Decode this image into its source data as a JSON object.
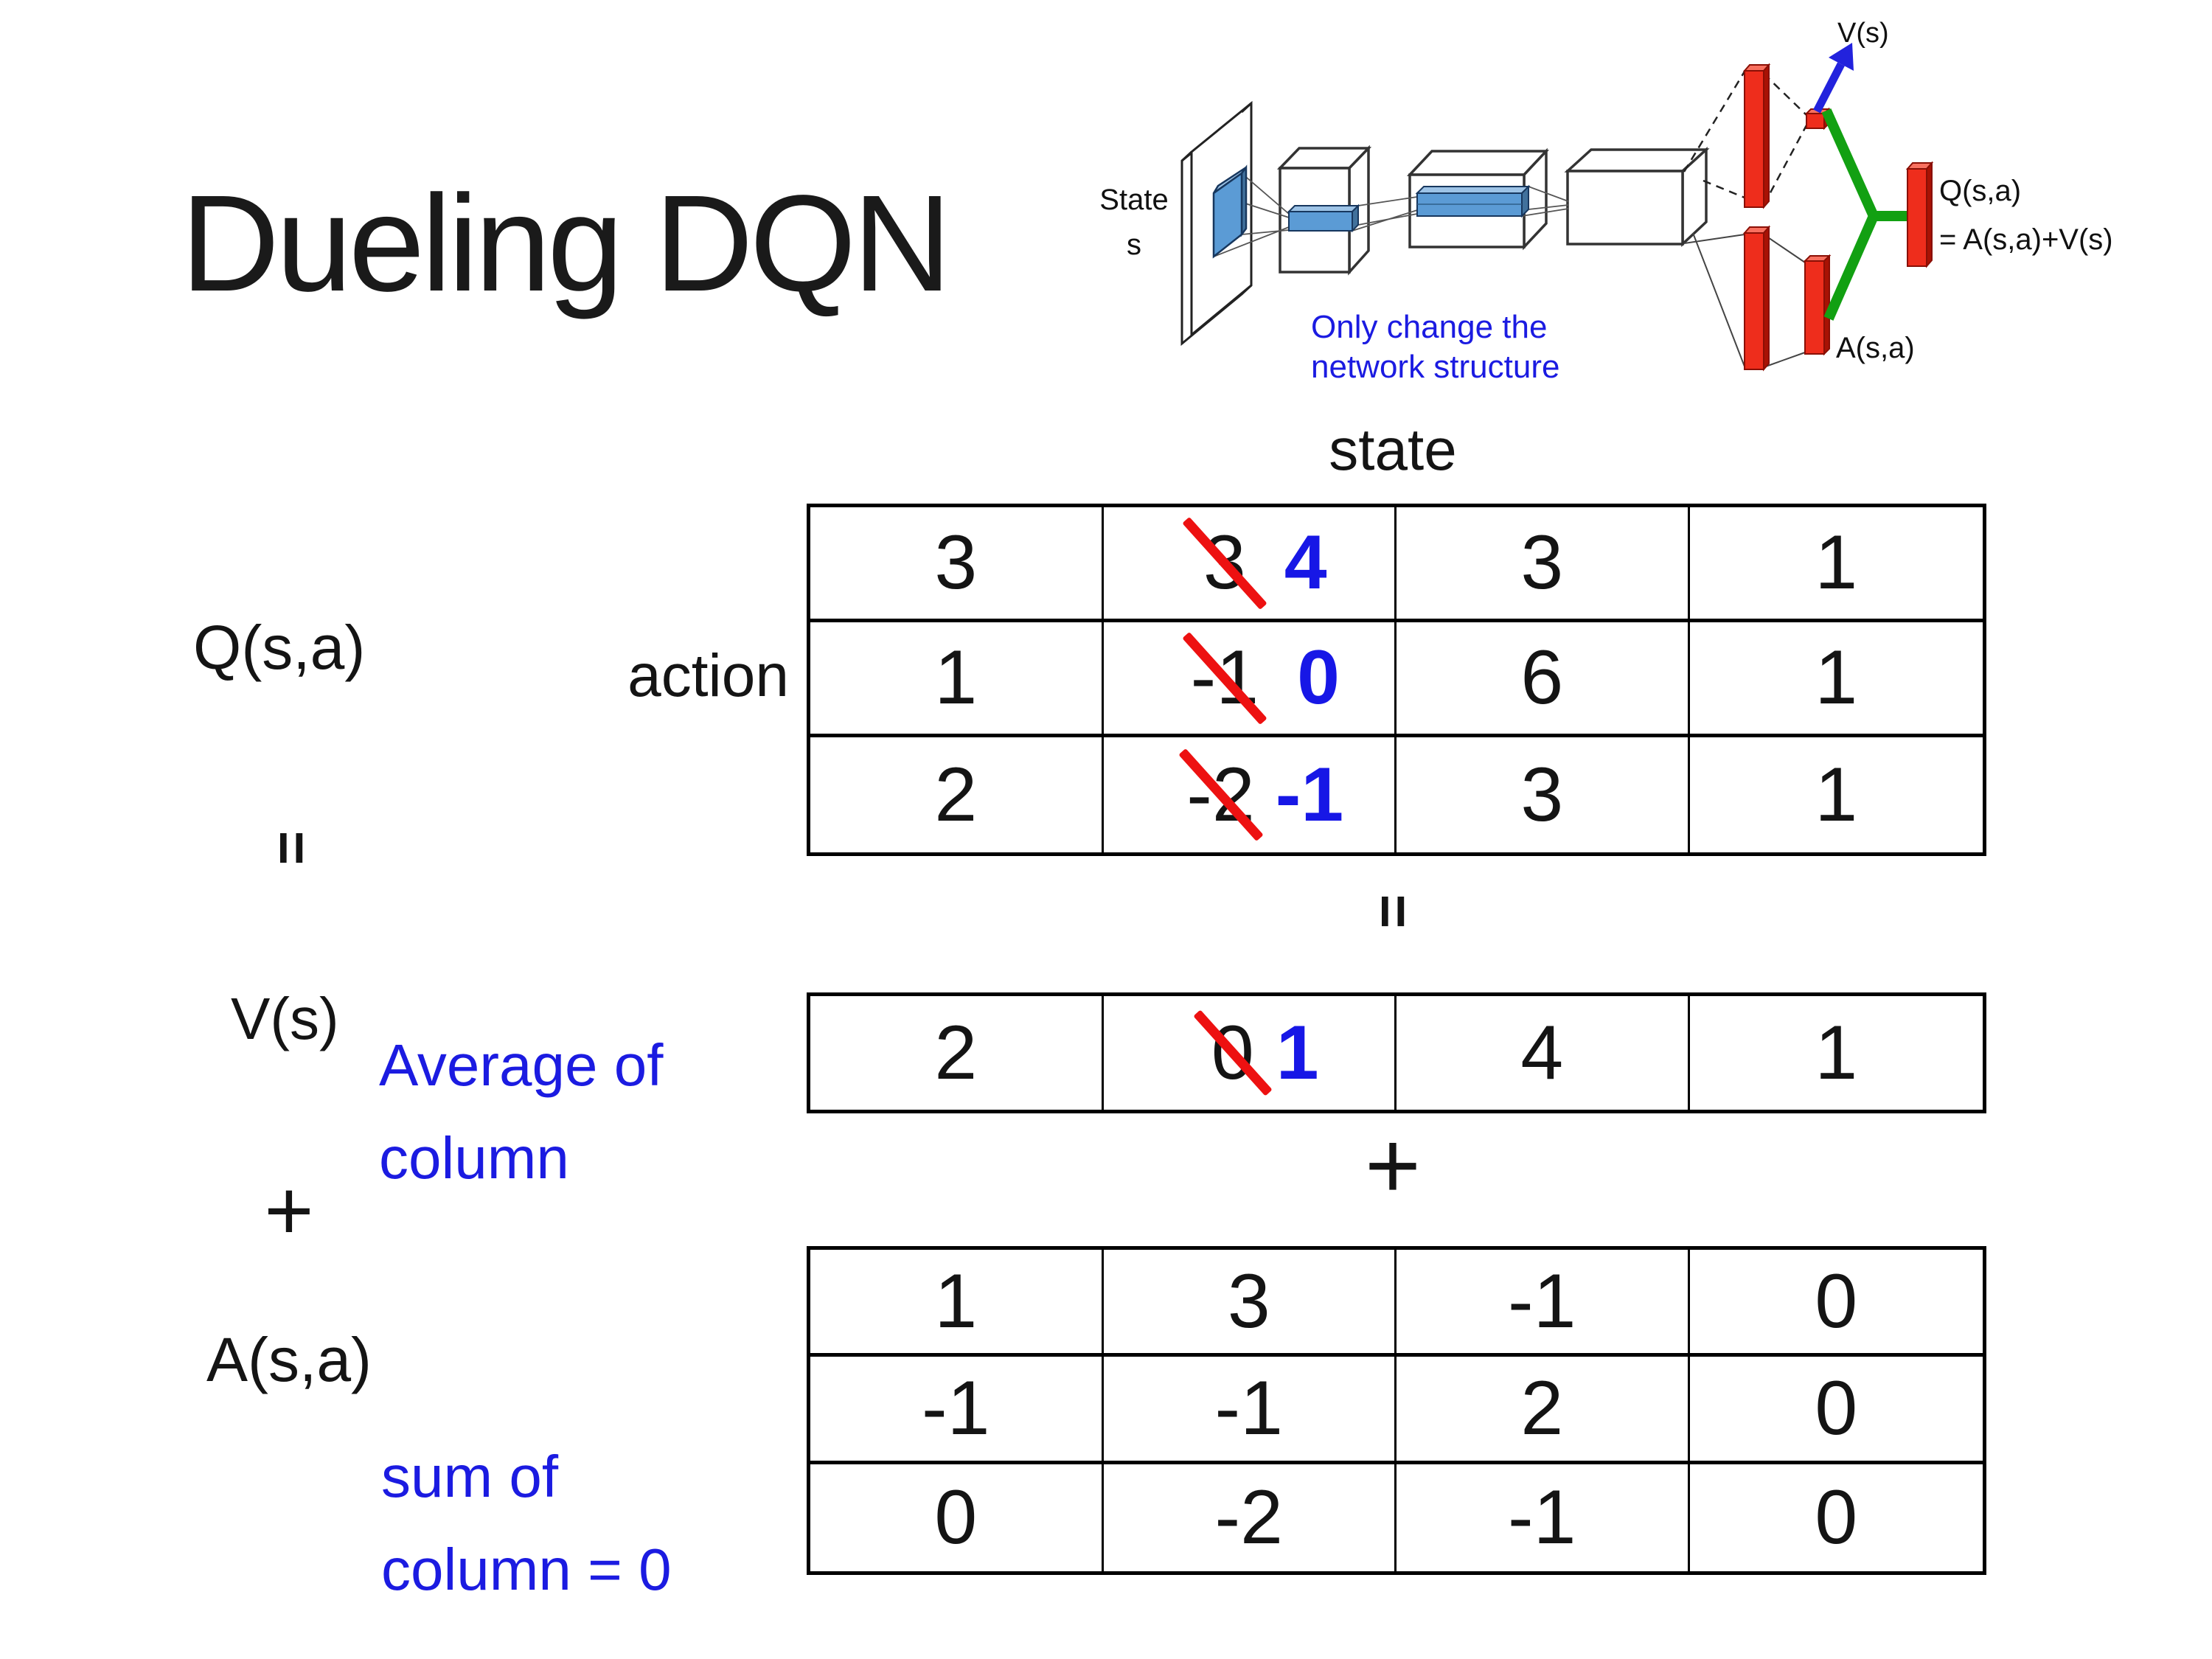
{
  "title": "Dueling DQN",
  "colors": {
    "text": "#141414",
    "accent_blue": "#1b1be1",
    "replacement_blue": "#1717e6",
    "strike_red": "#ed1111",
    "bar_red_front": "#ee2d1c",
    "bar_red_side": "#a81204",
    "bar_red_top": "#f8705f",
    "conv_blue_front": "#5b9bd5",
    "conv_blue_top": "#9dc3e6",
    "conv_blue_side": "#41719c",
    "merge_green": "#12a012",
    "arrow_blue": "#2222dd"
  },
  "diagram": {
    "state_line1": "State",
    "state_line2": "s",
    "v_out_label": "V(s)",
    "q_out_line1": "Q(s,a)",
    "q_out_line2": "= A(s,a)+V(s)",
    "a_out_label": "A(s,a)",
    "note_line1": "Only change the",
    "note_line2": "network structure"
  },
  "equation": {
    "q_label": "Q(s,a)",
    "equals_left": "=",
    "v_label": "V(s)",
    "plus_left": "+",
    "a_label": "A(s,a)",
    "state_header": "state",
    "action_label": "action",
    "equals_mid": "=",
    "plus_mid": "+",
    "avg_note_line1": "Average of",
    "avg_note_line2": "column",
    "sum_note_line1": "sum of",
    "sum_note_line2": "column = 0"
  },
  "tables": {
    "q": [
      [
        "3",
        "3",
        "3",
        "1"
      ],
      [
        "1",
        "-1",
        "6",
        "1"
      ],
      [
        "2",
        "-2",
        "3",
        "1"
      ]
    ],
    "q_replacements": [
      "4",
      "0",
      "-1"
    ],
    "v": [
      "2",
      "0",
      "4",
      "1"
    ],
    "v_replacement": "1",
    "a": [
      [
        "1",
        "3",
        "-1",
        "0"
      ],
      [
        "-1",
        "-1",
        "2",
        "0"
      ],
      [
        "0",
        "-2",
        "-1",
        "0"
      ]
    ]
  }
}
